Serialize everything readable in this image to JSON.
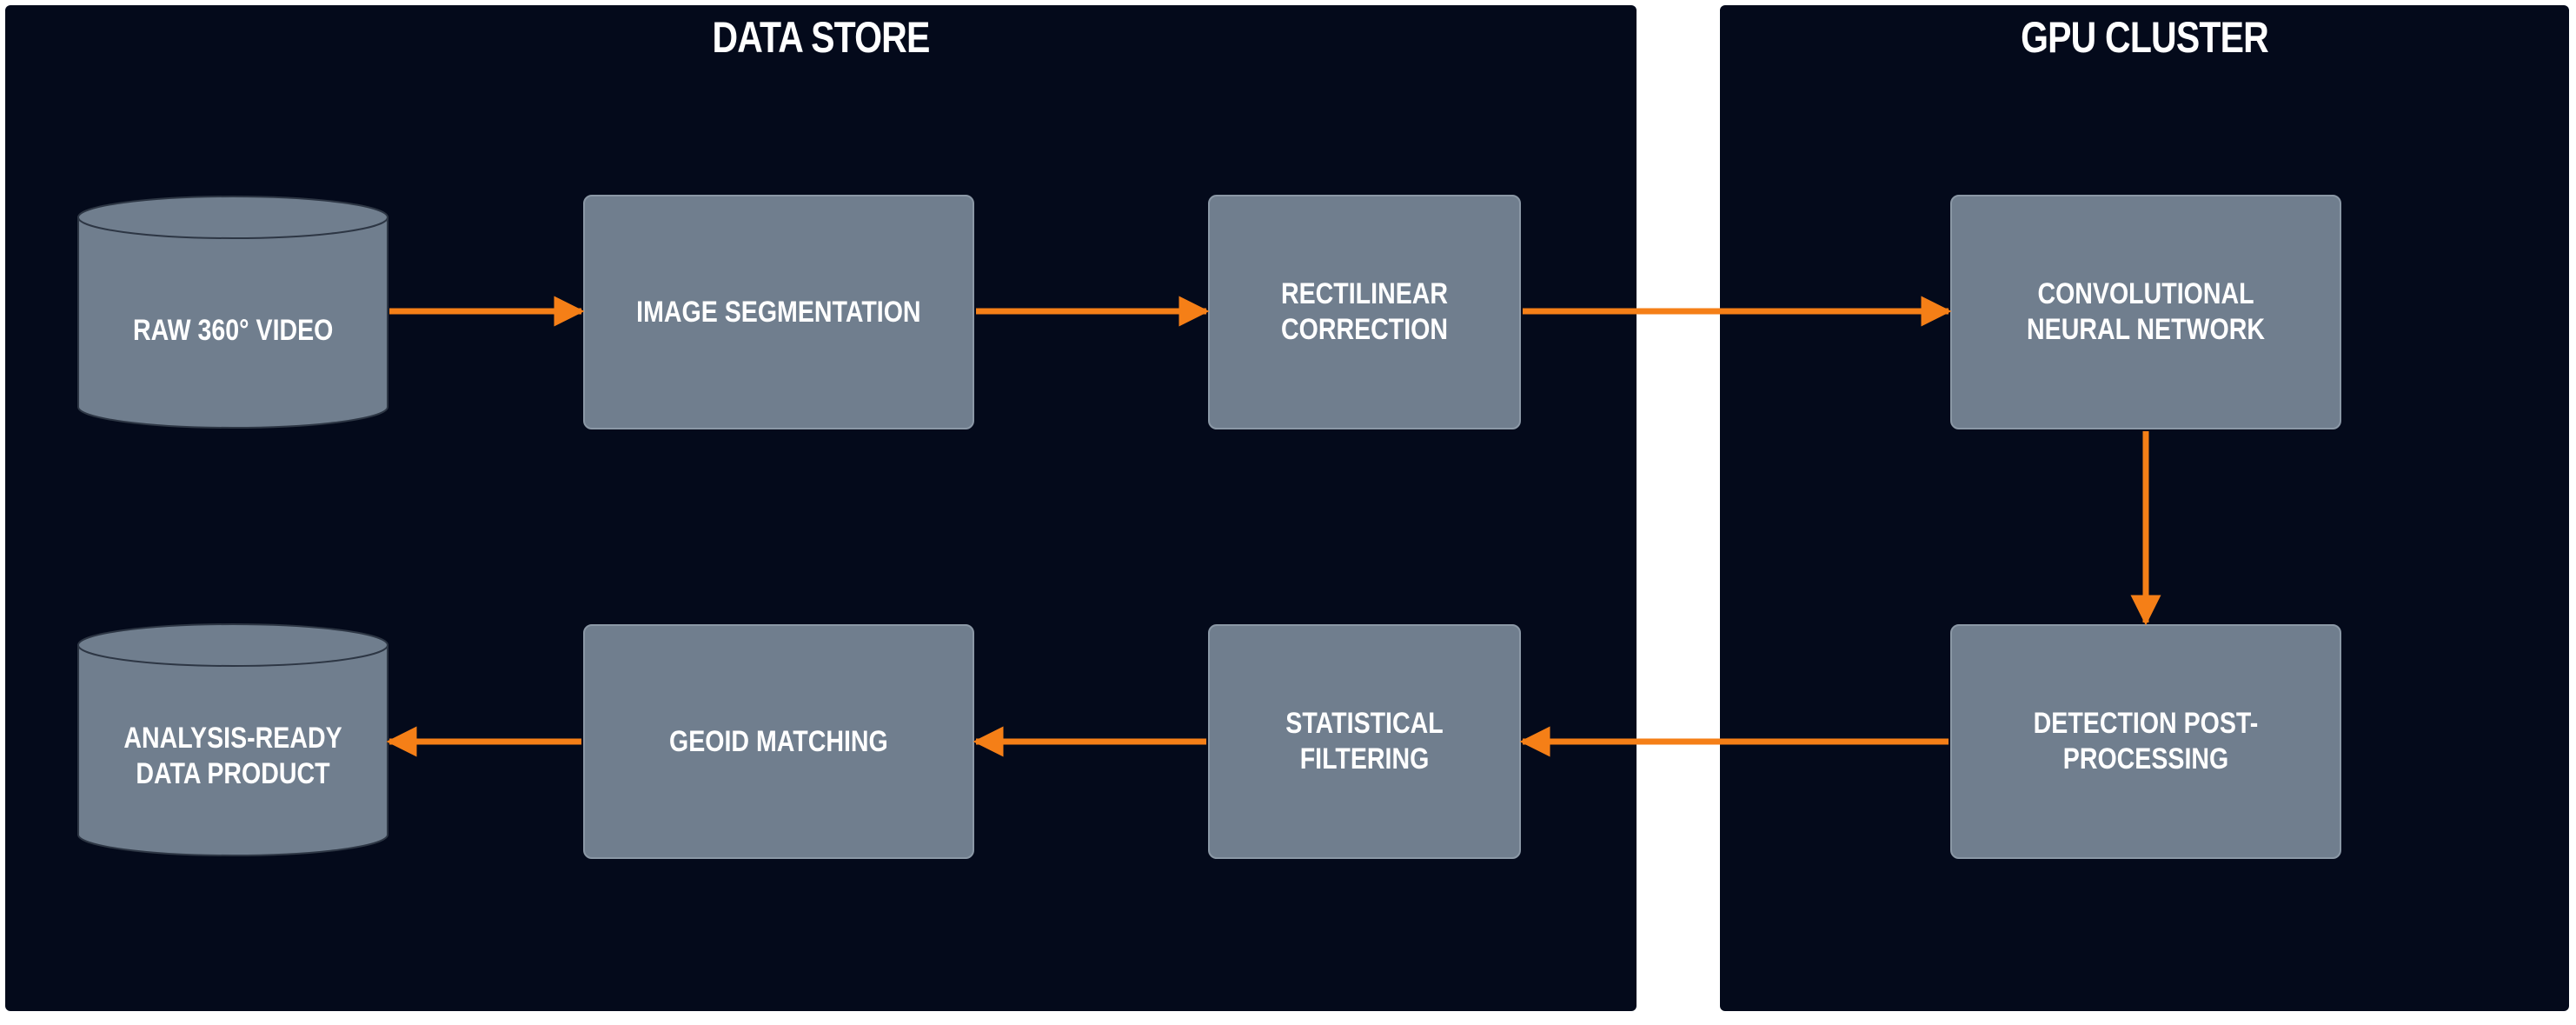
{
  "groups": {
    "data_store": {
      "title": "DATA STORE"
    },
    "gpu_cluster": {
      "title": "GPU CLUSTER"
    }
  },
  "nodes": {
    "raw_video": "RAW 360° VIDEO",
    "image_segmentation": "IMAGE SEGMENTATION",
    "rectilinear_correction": "RECTILINEAR CORRECTION",
    "cnn": "CONVOLUTIONAL NEURAL NETWORK",
    "detection_post_processing": "DETECTION POST-PROCESSING",
    "statistical_filtering": "STATISTICAL FILTERING",
    "geoid_matching": "GEOID MATCHING",
    "analysis_ready": "ANALYSIS-READY DATA PRODUCT"
  },
  "edges": [
    {
      "from": "raw_video",
      "to": "image_segmentation"
    },
    {
      "from": "image_segmentation",
      "to": "rectilinear_correction"
    },
    {
      "from": "rectilinear_correction",
      "to": "cnn"
    },
    {
      "from": "cnn",
      "to": "detection_post_processing"
    },
    {
      "from": "detection_post_processing",
      "to": "statistical_filtering"
    },
    {
      "from": "statistical_filtering",
      "to": "geoid_matching"
    },
    {
      "from": "geoid_matching",
      "to": "analysis_ready"
    }
  ],
  "colors": {
    "panel_bg": "#040a1b",
    "node_fill": "#707e8e",
    "arrow": "#f57f17",
    "text": "#ffffff"
  }
}
